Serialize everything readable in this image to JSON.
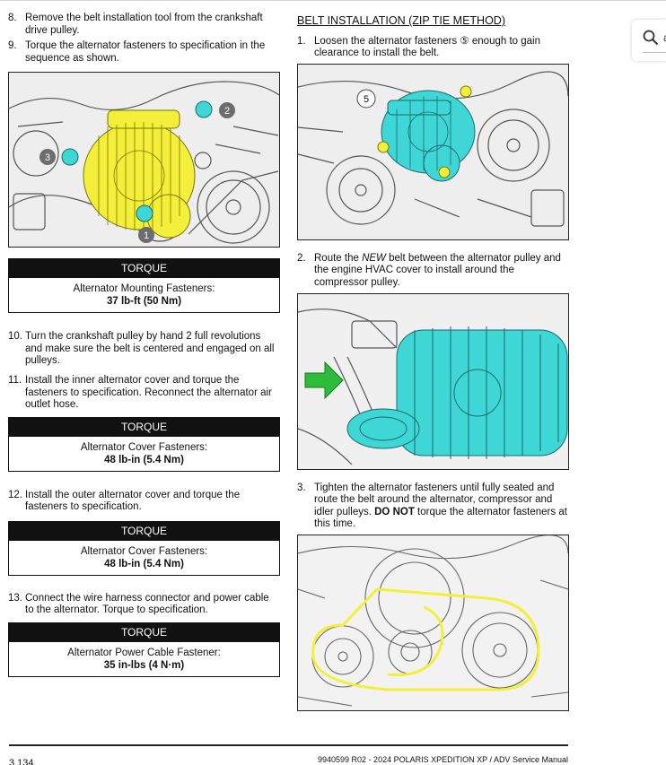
{
  "left": {
    "step8": {
      "num": "8.",
      "text": "Remove the belt installation tool from the crankshaft drive pulley."
    },
    "step9": {
      "num": "9.",
      "text": "Torque the alternator fasteners to specification in the sequence as shown."
    },
    "figure1": {
      "callouts": [
        "1",
        "2",
        "3"
      ]
    },
    "torque1": {
      "header": "TORQUE",
      "label": "Alternator Mounting Fasteners:",
      "value": "37 lb-ft (50 Nm)"
    },
    "step10": {
      "num": "10.",
      "text": "Turn the crankshaft pulley by hand 2 full revolutions and make sure the belt is centered and engaged on all pulleys."
    },
    "step11": {
      "num": "11.",
      "text": "Install the inner alternator cover and torque the fasteners to specification. Reconnect the alternator air outlet hose."
    },
    "torque2": {
      "header": "TORQUE",
      "label": "Alternator Cover Fasteners:",
      "value": "48 lb-in (5.4 Nm)"
    },
    "step12": {
      "num": "12.",
      "text": "Install the outer alternator cover and torque the fasteners to specification."
    },
    "torque3": {
      "header": "TORQUE",
      "label": "Alternator Cover Fasteners:",
      "value": "48 lb-in (5.4 Nm)"
    },
    "step13": {
      "num": "13.",
      "text": "Connect the wire harness connector and power cable to the alternator. Torque to specification."
    },
    "torque4": {
      "header": "TORQUE",
      "label": "Alternator Power Cable Fastener:",
      "value": "35 in-lbs (4 N·m)"
    }
  },
  "right": {
    "title": "BELT INSTALLATION (ZIP TIE METHOD)",
    "step1": {
      "num": "1.",
      "text": "Loosen the alternator fasteners ⑤ enough to gain clearance to install the belt."
    },
    "figure2": {
      "callout": "5"
    },
    "step2": {
      "num": "2.",
      "pre": "Route the ",
      "em": "NEW",
      "post": " belt between the alternator pulley and the engine HVAC cover to install around the compressor pulley."
    },
    "step3": {
      "num": "3.",
      "pre": "Tighten the alternator fasteners until fully seated and route the belt around the alternator, compressor and idler pulleys. ",
      "strong": "DO NOT",
      "post": " torque the alternator fasteners at this time."
    }
  },
  "footer": {
    "page": "3.134",
    "doc": "9940599 R02 - 2024 POLARIS XPEDITION XP / ADV Service Manual"
  },
  "search": {
    "text": "a",
    "icon": "search-icon"
  },
  "colors": {
    "yellow_highlight": "#f3ef3a",
    "cyan_highlight": "#3fd6d6",
    "callout_grey": "#6d6d6d",
    "arrow_green": "#2dbb3a"
  }
}
